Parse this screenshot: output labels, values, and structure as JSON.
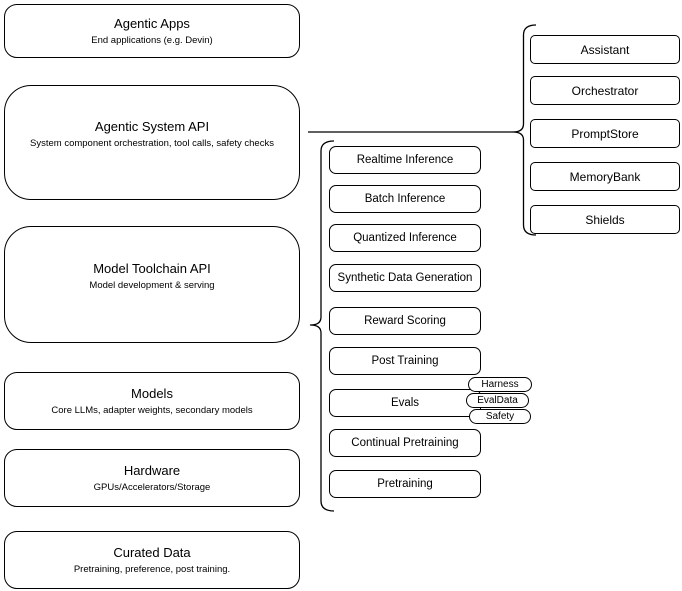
{
  "diagram": {
    "layers": [
      {
        "title": "Agentic Apps",
        "subtitle": "End applications (e.g. Devin)"
      },
      {
        "title": "Agentic System API",
        "subtitle": "System component orchestration, tool calls, safety checks"
      },
      {
        "title": "Model Toolchain API",
        "subtitle": "Model development & serving"
      },
      {
        "title": "Models",
        "subtitle": "Core LLMs, adapter weights, secondary models"
      },
      {
        "title": "Hardware",
        "subtitle": "GPUs/Accelerators/Storage"
      },
      {
        "title": "Curated Data",
        "subtitle": "Pretraining, preference, post training."
      }
    ],
    "toolchain_items": [
      "Realtime Inference",
      "Batch Inference",
      "Quantized Inference",
      "Synthetic Data Generation",
      "Reward Scoring",
      "Post Training",
      "Evals",
      "Continual Pretraining",
      "Pretraining"
    ],
    "eval_tags": [
      "Harness",
      "EvalData",
      "Safety"
    ],
    "agentic_components": [
      "Assistant",
      "Orchestrator",
      "PromptStore",
      "MemoryBank",
      "Shields"
    ],
    "colors": {
      "stroke": "#000000",
      "fill": "#ffffff",
      "text": "#000000"
    }
  }
}
